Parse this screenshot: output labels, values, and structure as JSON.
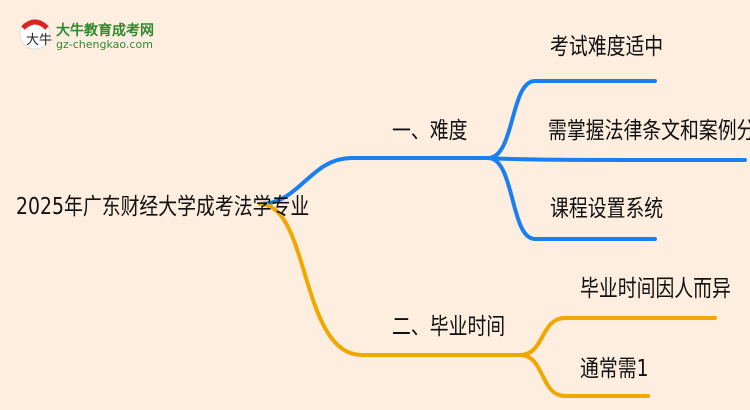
{
  "logo": {
    "name": "大牛教育成考网",
    "url": "gz-chengkao.com",
    "mark": "大牛"
  },
  "root": "2025年广东财经大学成考法学专业",
  "branches": [
    {
      "label": "一、难度",
      "color": "#1a7ff0",
      "children": [
        "考试难度适中",
        "需掌握法律条文和案例分析",
        "课程设置系统"
      ]
    },
    {
      "label": "二、毕业时间",
      "color": "#f0a800",
      "children": [
        "毕业时间因人而异",
        "通常需1"
      ]
    }
  ]
}
